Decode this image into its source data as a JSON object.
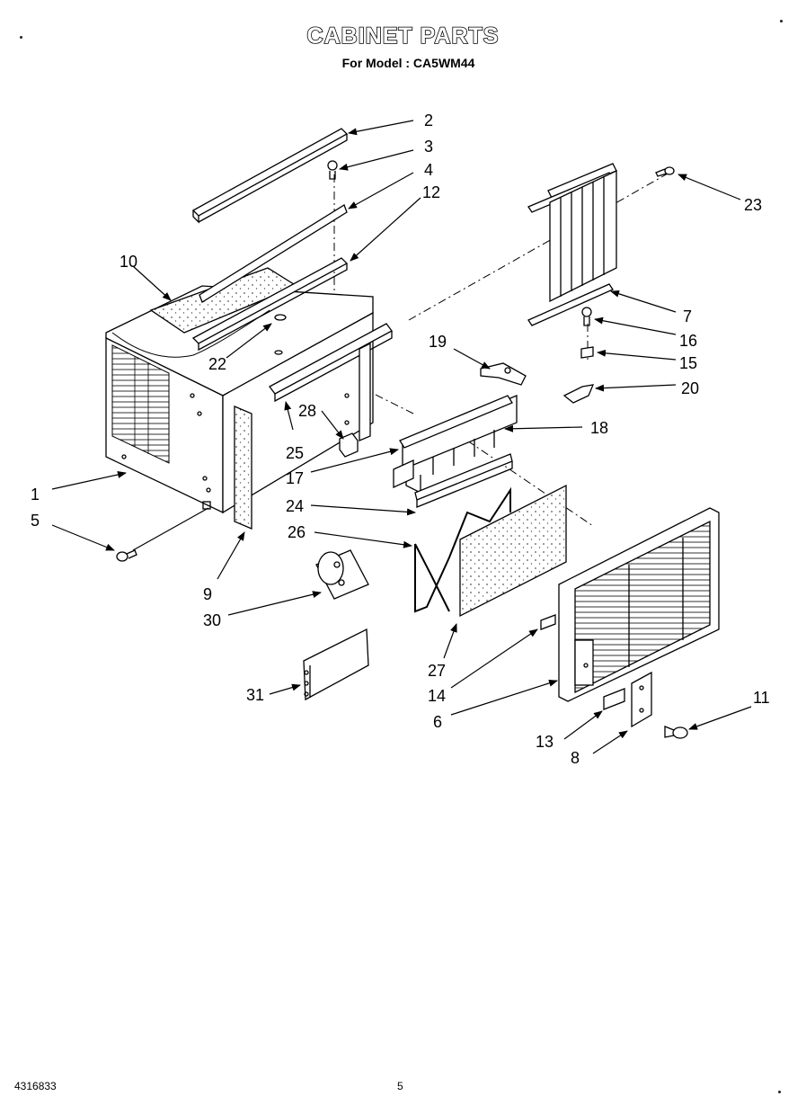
{
  "title": "CABINET PARTS",
  "subtitle": "For Model : CA5WM44",
  "footer": {
    "doc_number": "4316833",
    "page_number": "5"
  },
  "callouts": {
    "c1": "1",
    "c2": "2",
    "c3": "3",
    "c4": "4",
    "c5": "5",
    "c6": "6",
    "c7": "7",
    "c8": "8",
    "c9": "9",
    "c10": "10",
    "c11": "11",
    "c12": "12",
    "c13": "13",
    "c14": "14",
    "c15": "15",
    "c16": "16",
    "c17": "17",
    "c18": "18",
    "c19": "19",
    "c20": "20",
    "c22": "22",
    "c23": "23",
    "c24": "24",
    "c25": "25",
    "c26": "26",
    "c27": "27",
    "c28": "28",
    "c30": "30",
    "c31": "31"
  }
}
